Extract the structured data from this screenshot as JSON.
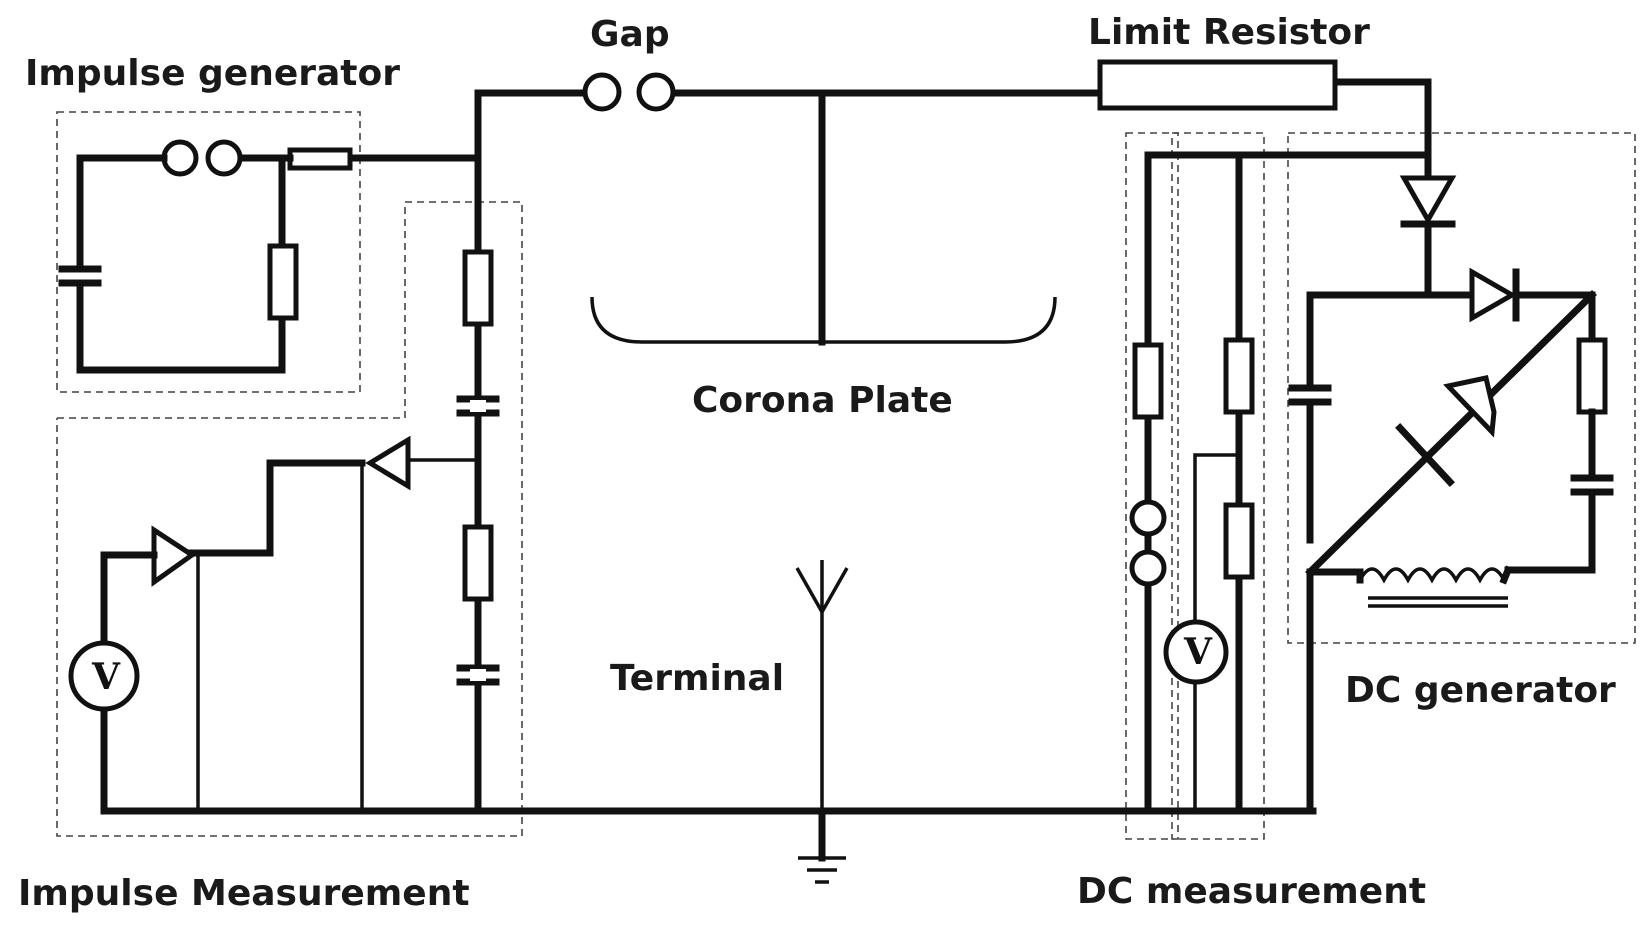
{
  "labels": {
    "gap": "Gap",
    "limit_resistor": "Limit Resistor",
    "impulse_generator": "Impulse generator",
    "corona_plate": "Corona Plate",
    "terminal": "Terminal",
    "dc_generator": "DC generator",
    "impulse_measurement": "Impulse Measurement",
    "dc_measurement": "DC measurement"
  },
  "meters": {
    "impulse_voltmeter": "V",
    "dc_voltmeter": "V"
  }
}
